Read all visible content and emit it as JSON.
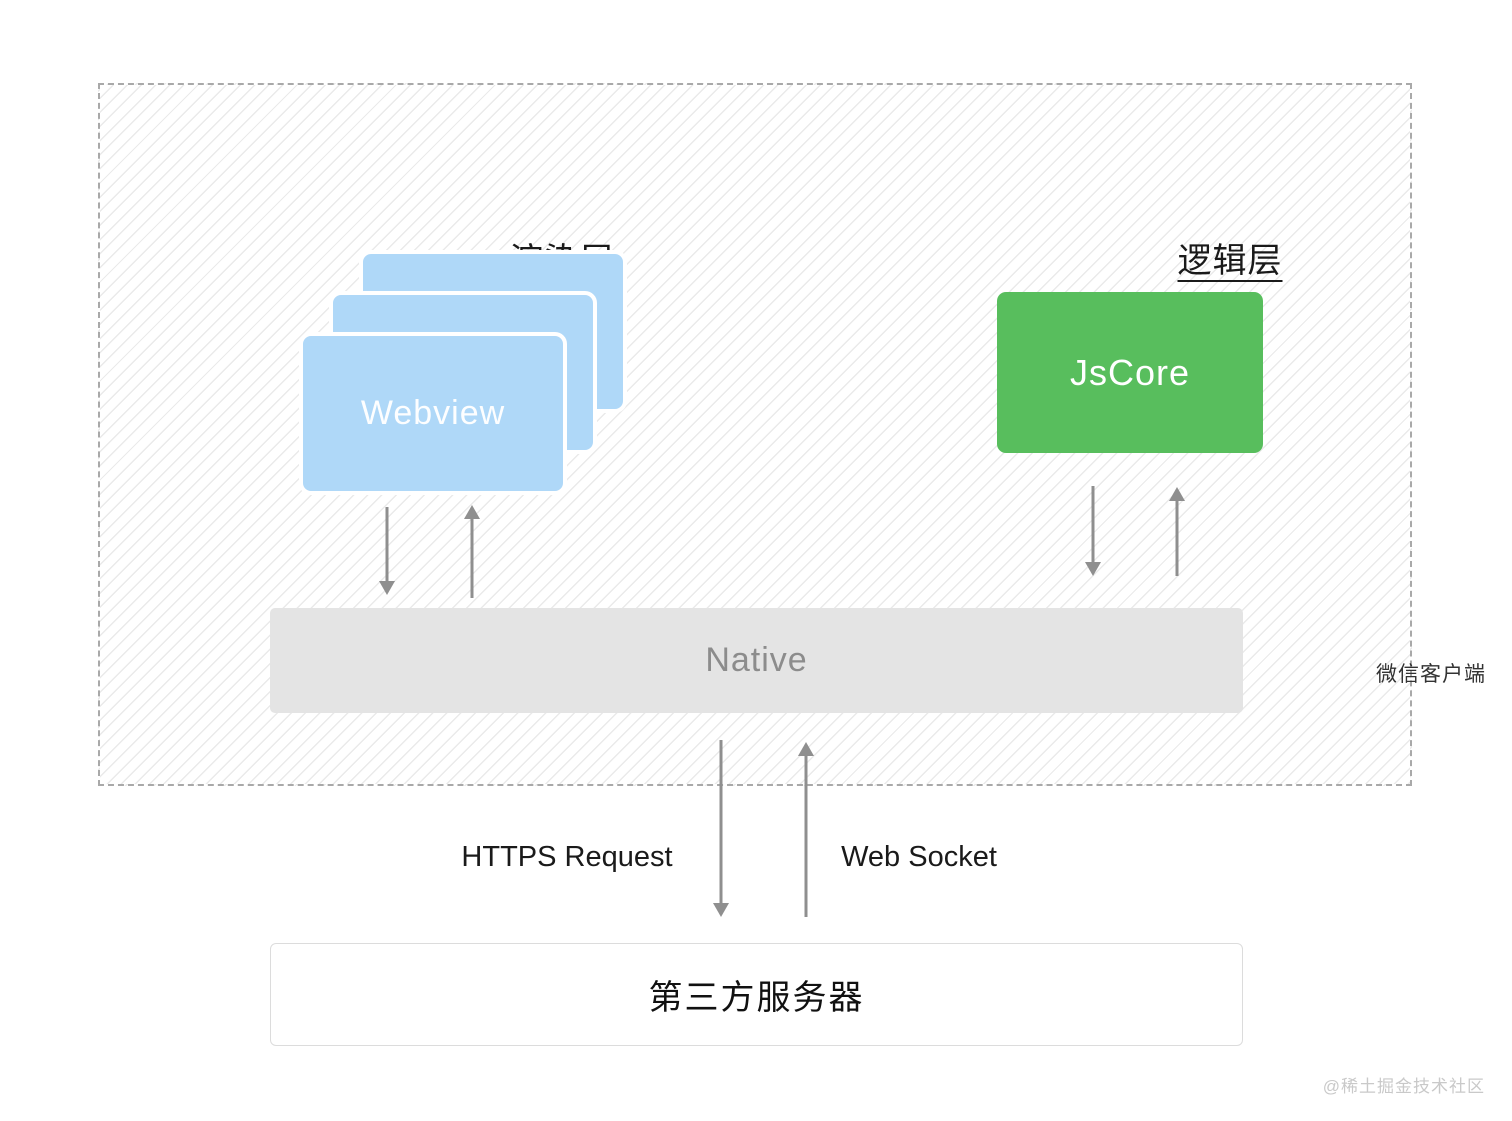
{
  "diagram": {
    "render_layer_title": "渲染层",
    "logic_layer_title": "逻辑层",
    "webview_label": "Webview",
    "jscore_label": "JsCore",
    "native_label": "Native",
    "wechat_client_label": "微信客户端",
    "https_request_label": "HTTPS Request",
    "web_socket_label": "Web Socket",
    "server_label": "第三方服务器",
    "watermark": "@稀土掘金技术社区",
    "colors": {
      "webview_fill": "#AFD8F8",
      "jscore_fill": "#58BE5D",
      "native_fill": "#E4E4E4",
      "arrow": "#8F8F8F",
      "dashed_border": "#A9A9A9",
      "hatch_line": "#EAEAEA"
    }
  }
}
